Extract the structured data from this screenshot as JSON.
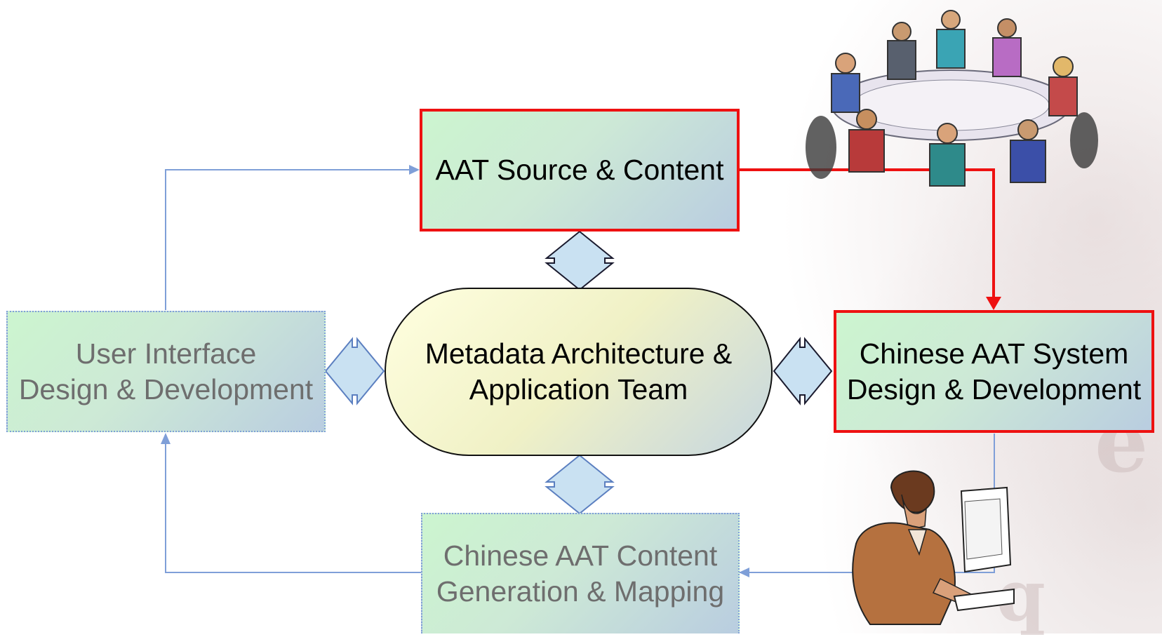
{
  "diagram": {
    "top_box": {
      "label": "AAT Source & Content"
    },
    "center_hub": {
      "label": "Metadata Architecture &\nApplication Team"
    },
    "left_box": {
      "label": "User Interface\nDesign & Development"
    },
    "right_box": {
      "label": "Chinese AAT System\nDesign & Development"
    },
    "bottom_box": {
      "label": "Chinese AAT Content\nGeneration & Mapping"
    }
  },
  "illustrations": {
    "meeting": "team-meeting-sketch",
    "worker": "person-at-computer-sketch"
  },
  "colors": {
    "active_border": "#ee1111",
    "dim_border": "#7f9fd8",
    "connector_blue": "#7f9fd8",
    "box_green": "#ccf5cf",
    "hub_yellow": "#ffffe0",
    "arrow_fill": "#c9e1f2",
    "arrow_stroke": "#1a1a2e"
  }
}
